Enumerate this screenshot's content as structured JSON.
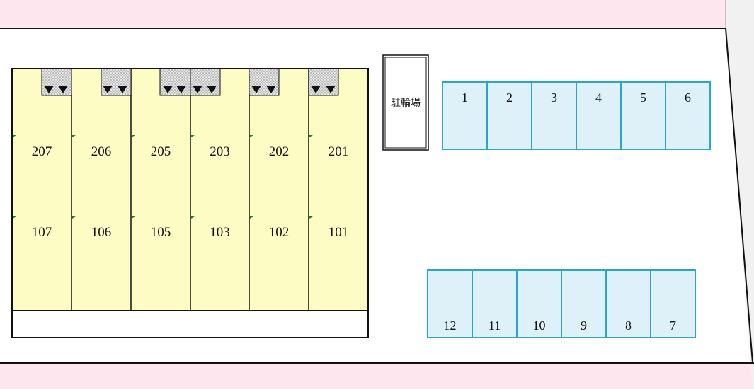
{
  "building": {
    "upper_units": [
      "207",
      "206",
      "205",
      "203",
      "202",
      "201"
    ],
    "lower_units": [
      "107",
      "106",
      "105",
      "103",
      "102",
      "101"
    ]
  },
  "bicycle_parking": {
    "label": "駐輪場"
  },
  "parking": {
    "top_row": [
      "1",
      "2",
      "3",
      "4",
      "5",
      "6"
    ],
    "bottom_row": [
      "12",
      "11",
      "10",
      "9",
      "8",
      "7"
    ]
  },
  "colors": {
    "road": "#fde6ee",
    "unit_fill": "#fdfcc4",
    "parking_fill": "#def1f8",
    "parking_border": "#2aa6c6",
    "outline": "#111111"
  }
}
